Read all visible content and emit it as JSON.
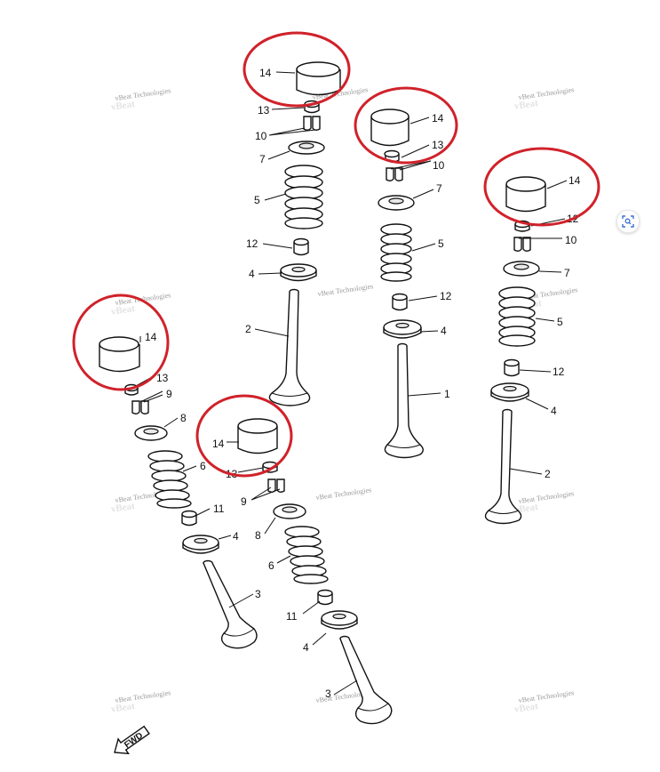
{
  "diagram": {
    "watermark_text": "vBeat Technologies",
    "fwd_label": "FWD",
    "highlight_color": "#d0222a",
    "line_color": "#111111",
    "part_numbers": {
      "p1": "1",
      "p2": "2",
      "p3": "3",
      "p4": "4",
      "p5": "5",
      "p6": "6",
      "p7": "7",
      "p8": "8",
      "p9": "9",
      "p10": "10",
      "p11": "11",
      "p12": "12",
      "p13": "13",
      "p14": "14"
    }
  },
  "toolbar": {
    "zoom_icon": "zoom-lens-icon"
  }
}
